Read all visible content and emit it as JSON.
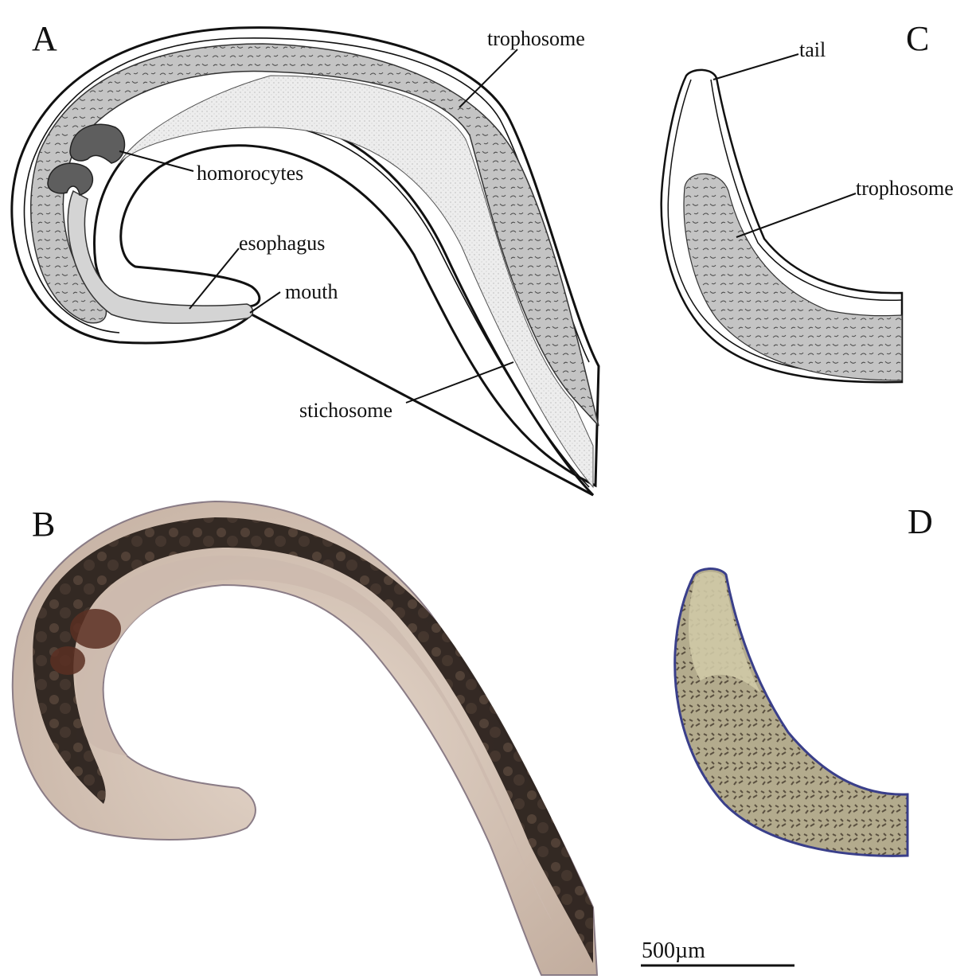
{
  "panels": {
    "a": {
      "letter": "A"
    },
    "b": {
      "letter": "B"
    },
    "c": {
      "letter": "C"
    },
    "d": {
      "letter": "D"
    }
  },
  "labels_a": {
    "trophosome": "trophosome",
    "homorocytes": "homorocytes",
    "esophagus": "esophagus",
    "mouth": "mouth",
    "stichosome": "stichosome"
  },
  "labels_c": {
    "tail": "tail",
    "trophosome": "trophosome"
  },
  "scale_bar": {
    "label": "500µm"
  },
  "colors": {
    "trophosome_fill": "#c4c4c4",
    "stichosome_fill": "#ebebeb",
    "esophagus_fill": "#d4d4d4",
    "homorocyte_fill": "#5e5e5e",
    "photo_body": "#d8c6b8",
    "photo_dark_band": "#2b211c",
    "photo_d_body": "#b9b193",
    "photo_d_outline": "#3a3f8a"
  }
}
